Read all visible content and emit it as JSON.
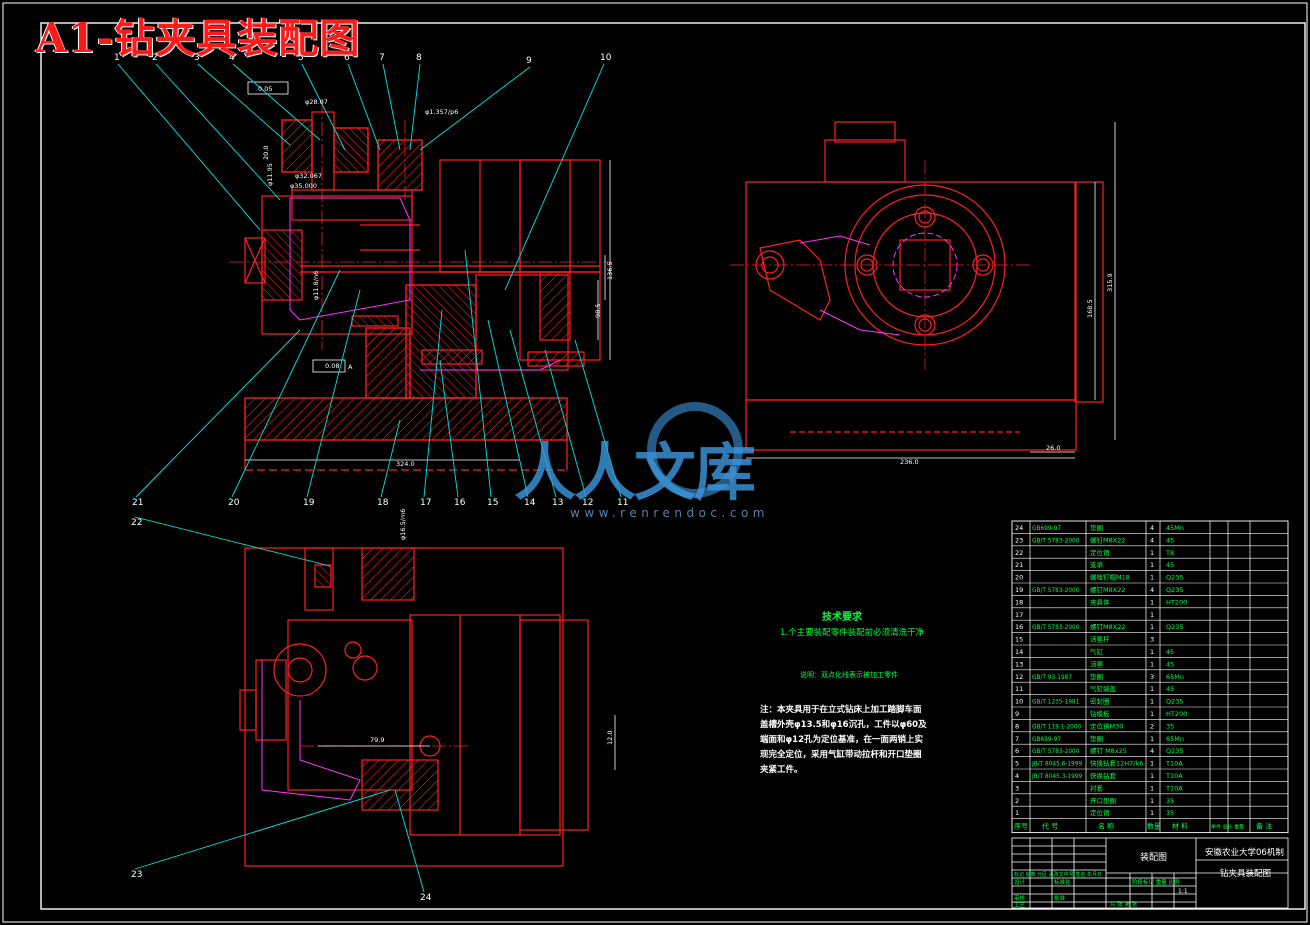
{
  "title": "A1-钻夹具装配图",
  "balloons": [
    "1",
    "2",
    "3",
    "4",
    "5",
    "6",
    "7",
    "8",
    "9",
    "10",
    "11",
    "12",
    "13",
    "14",
    "15",
    "16",
    "17",
    "18",
    "19",
    "20",
    "21",
    "22",
    "23",
    "24"
  ],
  "tech_requirements": {
    "heading": "技术要求",
    "line1": "1.个主要装配零件装配前必须清洗干净",
    "line2": "说明：双点化线表示被加工零件"
  },
  "note": {
    "line1": "注：本夹具用于在立式钻床上加工踏脚车面",
    "line2": "盖槽外壳φ13.5和φ16沉孔，工件以φ60及",
    "line3": "端面和φ12孔为定位基准，在一面两销上实",
    "line4": "现完全定位，采用气缸带动拉杆和开口垫圈",
    "line5": "夹紧工件。"
  },
  "watermark": {
    "text": "人人文库",
    "url": "www.renrendoc.com"
  },
  "bom": {
    "rows": [
      {
        "no": "24",
        "code": "GB699-97",
        "name": "垫圈",
        "qty": "4",
        "mat": "45Mn"
      },
      {
        "no": "23",
        "code": "GB/T 5783-2000",
        "name": "螺钉M8X22",
        "qty": "4",
        "mat": "45"
      },
      {
        "no": "22",
        "code": "",
        "name": "定位销",
        "qty": "1",
        "mat": "T8"
      },
      {
        "no": "21",
        "code": "",
        "name": "支承",
        "qty": "1",
        "mat": "45"
      },
      {
        "no": "20",
        "code": "",
        "name": "螺栓钉帽M18",
        "qty": "1",
        "mat": "Q235"
      },
      {
        "no": "19",
        "code": "GB/T 5783-2000",
        "name": "螺钉M8X22",
        "qty": "4",
        "mat": "Q235"
      },
      {
        "no": "18",
        "code": "",
        "name": "夹具体",
        "qty": "1",
        "mat": "HT200"
      },
      {
        "no": "17",
        "code": "",
        "name": "",
        "qty": "1",
        "mat": ""
      },
      {
        "no": "16",
        "code": "GB/T 5783-2000",
        "name": "螺钉M8X22",
        "qty": "1",
        "mat": "Q235"
      },
      {
        "no": "15",
        "code": "",
        "name": "活塞杆",
        "qty": "3",
        "mat": ""
      },
      {
        "no": "14",
        "code": "",
        "name": "气缸",
        "qty": "1",
        "mat": "45"
      },
      {
        "no": "13",
        "code": "",
        "name": "活塞",
        "qty": "1",
        "mat": "45"
      },
      {
        "no": "12",
        "code": "GB/T 93-1987",
        "name": "垫圈",
        "qty": "3",
        "mat": "65Mn"
      },
      {
        "no": "11",
        "code": "",
        "name": "气缸端盖",
        "qty": "1",
        "mat": "45"
      },
      {
        "no": "10",
        "code": "GB/T 1235-1981",
        "name": "密封圈",
        "qty": "1",
        "mat": "Q235"
      },
      {
        "no": "9",
        "code": "",
        "name": "钻模板",
        "qty": "1",
        "mat": "HT200"
      },
      {
        "no": "8",
        "code": "GB/T 119.1-2000",
        "name": "定位销M30",
        "qty": "2",
        "mat": "35"
      },
      {
        "no": "7",
        "code": "GB699-97",
        "name": "垫圈",
        "qty": "1",
        "mat": "65Mn"
      },
      {
        "no": "6",
        "code": "GB/T 5783-2000",
        "name": "螺钉 M8x25",
        "qty": "4",
        "mat": "Q235"
      },
      {
        "no": "5",
        "code": "JB/T 8045.6-1999",
        "name": "快换钻套12H7/k6",
        "qty": "1",
        "mat": "T10A"
      },
      {
        "no": "4",
        "code": "JB/T 8045.3-1999",
        "name": "快换钻套",
        "qty": "1",
        "mat": "T10A"
      },
      {
        "no": "3",
        "code": "",
        "name": "衬套",
        "qty": "1",
        "mat": "T10A"
      },
      {
        "no": "2",
        "code": "",
        "name": "开口垫圈",
        "qty": "1",
        "mat": "35"
      },
      {
        "no": "1",
        "code": "",
        "name": "定位销",
        "qty": "1",
        "mat": "35"
      }
    ],
    "header": {
      "no": "序号",
      "code": "代 号",
      "name": "名 称",
      "qty": "数量",
      "mat": "材 料",
      "weight": "单件 总计 重量",
      "remark": "备 注"
    }
  },
  "titleblock": {
    "drawing_name": "装配图",
    "school": "安徽农业大学06机制",
    "part_name": "钻夹具装配图",
    "row_a": "标记 处数 分区 更改文件号 签名 年月日",
    "row_b": "设计",
    "row_c": "标准化",
    "row_d": "审核",
    "row_e": "工艺",
    "row_f": "批准",
    "stage": "阶段标记 重量 比例",
    "scale": "1:1",
    "sheet": "共 张 第 张"
  },
  "dims": {
    "d_a": "0.05",
    "d_b": "φ28.07",
    "d_c": "20.0",
    "d_d": "φ32.067",
    "d_e": "φ35.000",
    "d_f": "φ11.95",
    "d_g": "φ1.357/p6",
    "d_h": "φ11.8/n6",
    "d_i": "136.5",
    "d_j": "98.5",
    "d_k": "0.08",
    "d_l": "A",
    "d_m": "324.0",
    "d_n": "315.9",
    "d_o": "236.0",
    "d_p": "26.0",
    "d_q": "168.5",
    "d_r": "φ16.5/m6",
    "d_s": "79.9",
    "d_t": "12.0"
  },
  "colors": {
    "outline": "#ff2020",
    "leader": "#00e6e6",
    "text": "#ffffff",
    "green": "#00ff44",
    "hatch": "#ff2020",
    "magenta": "#ff33ff"
  }
}
